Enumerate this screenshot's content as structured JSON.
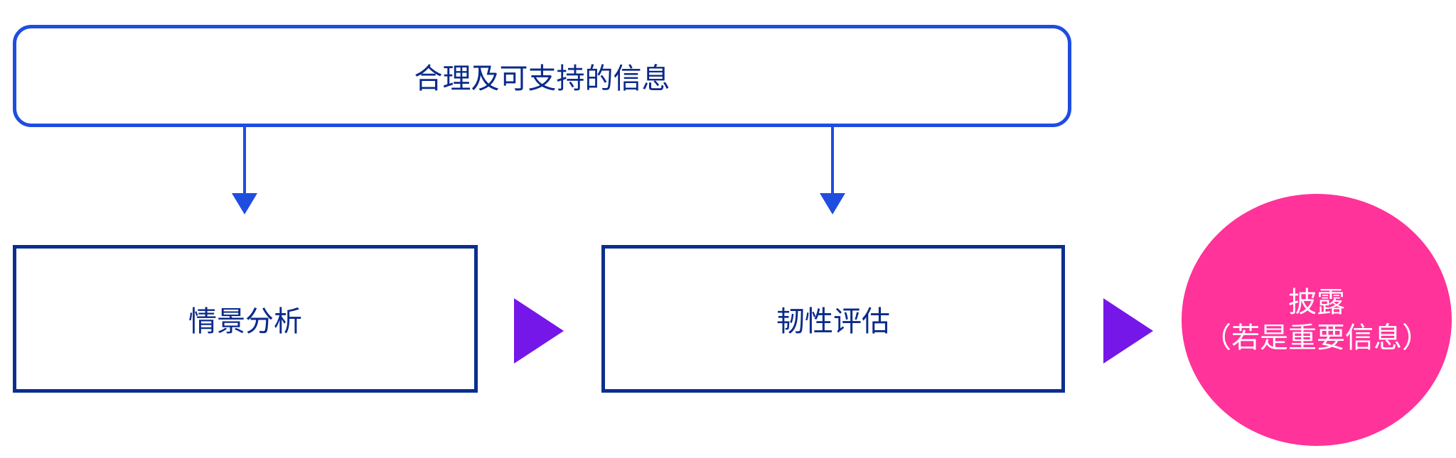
{
  "top_box": {
    "label": "合理及可支持的信息"
  },
  "steps": [
    {
      "label": "情景分析"
    },
    {
      "label": "韧性评估"
    }
  ],
  "outcome": {
    "line1": "披露",
    "line2": "（若是重要信息）"
  },
  "colors": {
    "top_border": "#1f4de0",
    "box_border": "#0b2f8e",
    "text": "#0a2a8a",
    "triangle": "#7517e8",
    "circle": "#ff3399"
  }
}
